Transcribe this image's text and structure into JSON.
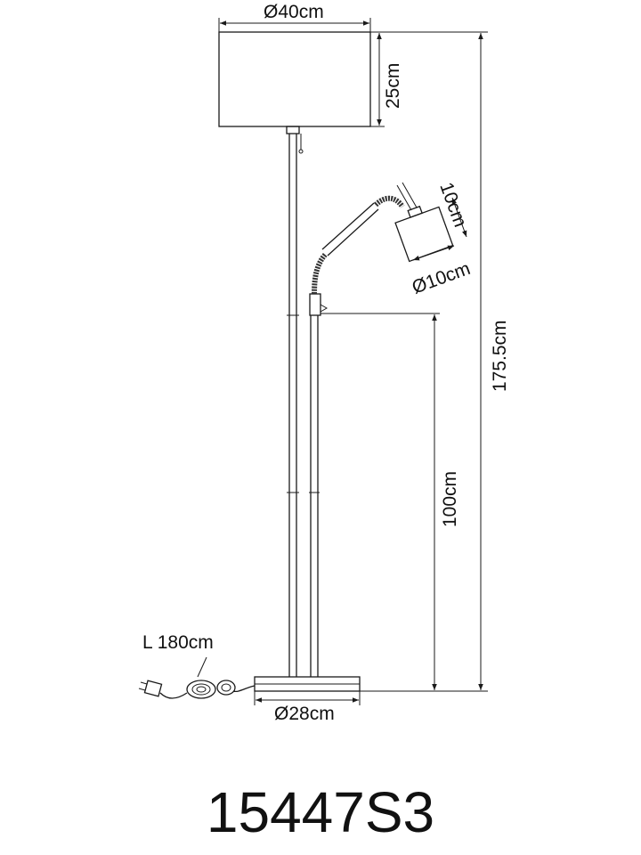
{
  "dimensions": {
    "shade_diameter": "Ø40cm",
    "shade_height": "25cm",
    "total_height": "175.5cm",
    "reading_shade_height": "10cm",
    "reading_shade_diameter": "Ø10cm",
    "arm_height": "100cm",
    "cable_length": "L 180cm",
    "base_diameter": "Ø28cm"
  },
  "model_number": "15447S3",
  "colors": {
    "line": "#1a1a1a",
    "background": "#ffffff"
  }
}
